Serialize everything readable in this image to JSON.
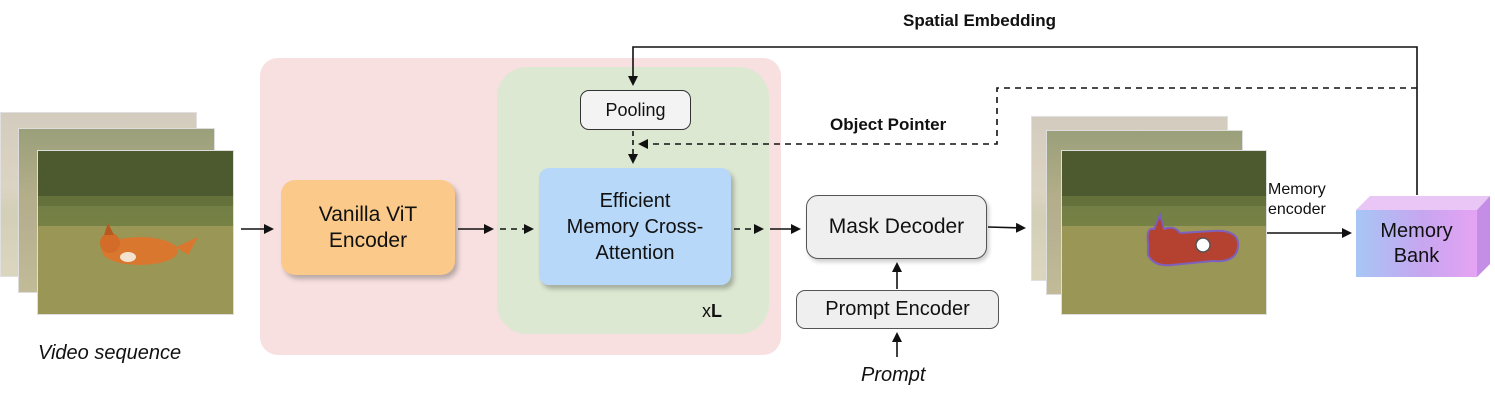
{
  "labels": {
    "spatial_embedding": "Spatial Embedding",
    "object_pointer": "Object Pointer",
    "video_sequence": "Video sequence",
    "prompt": "Prompt",
    "memory_encoder_line1": "Memory",
    "memory_encoder_line2": "encoder",
    "repeat_prefix": "x",
    "repeat_symbol": "L"
  },
  "blocks": {
    "vit_line1": "Vanilla ViT",
    "vit_line2": "Encoder",
    "pooling": "Pooling",
    "emca_line1": "Efficient",
    "emca_line2": "Memory Cross-",
    "emca_line3": "Attention",
    "mask_decoder": "Mask Decoder",
    "prompt_encoder": "Prompt Encoder",
    "memory_bank_line1": "Memory",
    "memory_bank_line2": "Bank"
  },
  "colors": {
    "region_red": "#f7e0df",
    "region_green": "#dde8d2",
    "vit": "#fbc98a",
    "attention": "#b7d8f8",
    "mask_overlay": "#c0392b"
  }
}
